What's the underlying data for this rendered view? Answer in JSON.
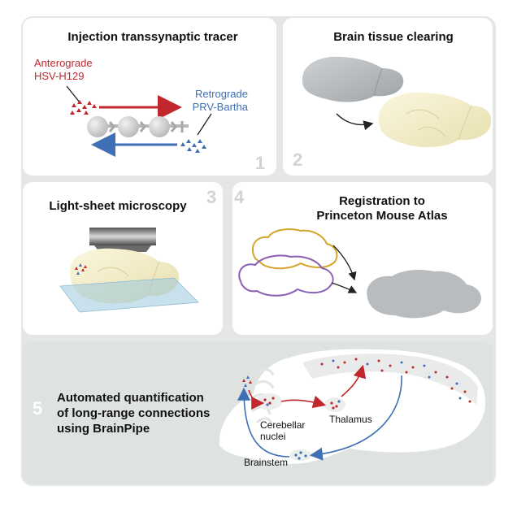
{
  "panel1": {
    "title": "Injection transsynaptic tracer",
    "number": "1",
    "anterograde_line1": "Anterograde",
    "anterograde_line2": "HSV-H129",
    "retrograde_line1": "Retrograde",
    "retrograde_line2": "PRV-Bartha"
  },
  "panel2": {
    "title": "Brain tissue clearing",
    "number": "2"
  },
  "panel3": {
    "title": "Light-sheet microscopy",
    "number": "3"
  },
  "panel4": {
    "title_line1": "Registration to",
    "title_line2": "Princeton Mouse Atlas",
    "number": "4"
  },
  "panel5": {
    "number": "5",
    "title_line1": "Automated quantification",
    "title_line2": "of long-range connections",
    "title_line3": "using BrainPipe",
    "label_cerebellar_1": "Cerebellar",
    "label_cerebellar_2": "nuclei",
    "label_thalamus": "Thalamus",
    "label_brainstem": "Brainstem"
  },
  "colors": {
    "panel_bg": "#ffffff",
    "frame_bg": "#e4e7e3",
    "bottom_bg": "#dfe3e0",
    "anterograde": "#c1272d",
    "retrograde": "#3f6fb5",
    "brain_cream": "#f1ecc9",
    "brain_gray": "#b9bcbf",
    "atlas_gold": "#d3a52a",
    "atlas_purple": "#8b5fb5"
  }
}
